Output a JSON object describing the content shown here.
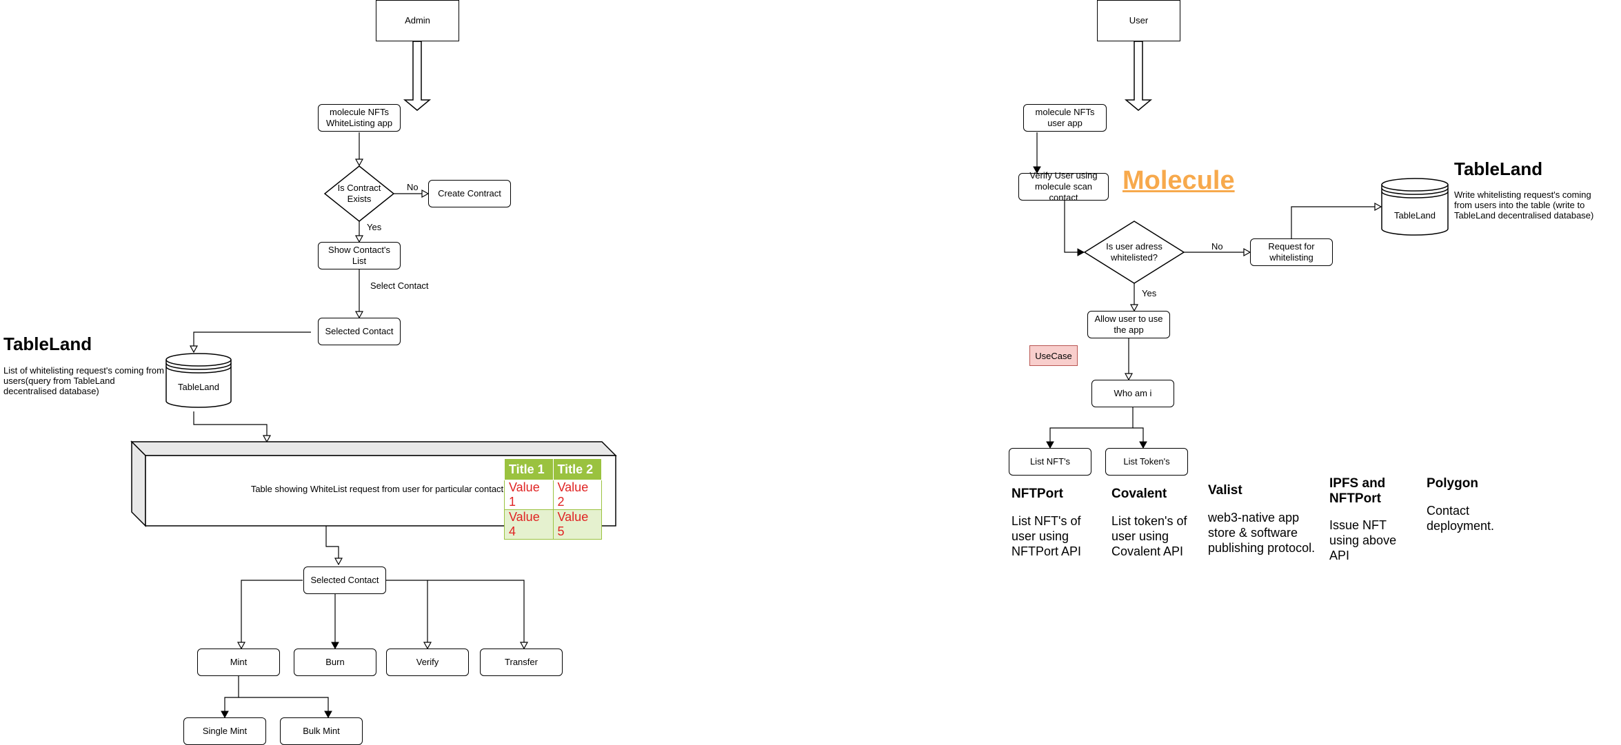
{
  "admin_flow": {
    "admin": "Admin",
    "app": "molecule NFTs WhiteListing app",
    "decision_contract": "Is Contract Exists",
    "no_label": "No",
    "create_contract": "Create Contract",
    "yes_label": "Yes",
    "show_contacts": "Show Contact's List",
    "select_contact_label": "Select Contact",
    "selected_contact": "Selected Contact",
    "tableland_heading": "TableLand",
    "tableland_desc": "List of whitelisting request's coming from users(query from TableLand decentralised database)",
    "tableland_db": "TableLand",
    "table_caption": "Table showing WhiteList request from user for particular contact",
    "table": {
      "headers": [
        "Title 1",
        "Title 2"
      ],
      "rows": [
        [
          "Value 1",
          "Value 2"
        ],
        [
          "Value 4",
          "Value 5"
        ]
      ]
    },
    "selected_contact_2": "Selected Contact",
    "mint": "Mint",
    "burn": "Burn",
    "verify": "Verify",
    "transfer": "Transfer",
    "single_mint": "Single Mint",
    "bulk_mint": "Bulk Mint"
  },
  "user_flow": {
    "user": "User",
    "app": "molecule NFTs user app",
    "verify": "Verify User using molecule scan contact",
    "molecule_title": "Molecule",
    "decision_whitelisted": "Is user adress whitelisted?",
    "no_label": "No",
    "request": "Request for whitelisting",
    "tableland_db": "TableLand",
    "tableland_heading": "TableLand",
    "tableland_desc": "Write whitelisting request's coming from users into the table (write to TableLand decentralised database)",
    "yes_label": "Yes",
    "allow": "Allow user to use the app",
    "usecase": "UseCase",
    "who_am_i": "Who am i",
    "list_nfts": "List NFT's",
    "list_tokens": "List Token's"
  },
  "providers": [
    {
      "title": "NFTPort",
      "body": "List NFT's of user using NFTPort API"
    },
    {
      "title": "Covalent",
      "body": "List token's of user using Covalent API"
    },
    {
      "title": "Valist",
      "body": "web3-native app store & software publishing protocol."
    },
    {
      "title": "IPFS and NFTPort",
      "body": "Issue NFT using above API"
    },
    {
      "title": "Polygon",
      "body": "Contact deployment."
    }
  ],
  "colors": {
    "molecule_orange": "#f7a94c",
    "usecase_fill": "#f8cecc",
    "usecase_border": "#b85450",
    "table_green": "#9ac23f",
    "table_value_red": "#e02323"
  }
}
